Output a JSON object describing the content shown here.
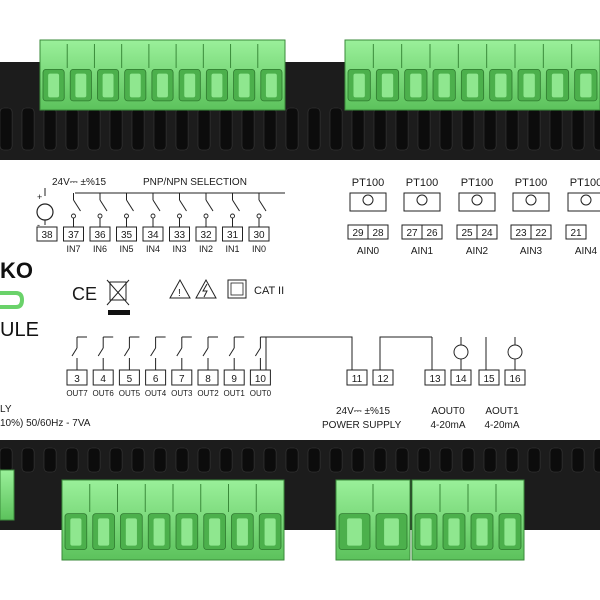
{
  "brand": {
    "logo_letters": "KO",
    "model_fragment": "ULE"
  },
  "inputs": {
    "supply_label": "24V⎓ ±%15",
    "selection_title": "PNP/NPN SELECTION",
    "terminals": [
      "38",
      "37",
      "36",
      "35",
      "34",
      "33",
      "32",
      "31",
      "30"
    ],
    "channels": [
      "IN7",
      "IN6",
      "IN5",
      "IN4",
      "IN3",
      "IN2",
      "IN1",
      "IN0"
    ]
  },
  "analog_inputs": [
    {
      "sensor": "PT100",
      "terminals": [
        "29",
        "28"
      ],
      "name": "AIN0"
    },
    {
      "sensor": "PT100",
      "terminals": [
        "27",
        "26"
      ],
      "name": "AIN1"
    },
    {
      "sensor": "PT100",
      "terminals": [
        "25",
        "24"
      ],
      "name": "AIN2"
    },
    {
      "sensor": "PT100",
      "terminals": [
        "23",
        "22"
      ],
      "name": "AIN3"
    },
    {
      "sensor": "PT100",
      "terminals": [
        "21"
      ],
      "name": "AIN4"
    }
  ],
  "certifications": {
    "ce": "CE",
    "category": "CAT II"
  },
  "outputs": {
    "terminals": [
      "3",
      "4",
      "5",
      "6",
      "7",
      "8",
      "9",
      "10"
    ],
    "channels": [
      "OUT7",
      "OUT6",
      "OUT5",
      "OUT4",
      "OUT3",
      "OUT2",
      "OUT1",
      "OUT0"
    ]
  },
  "power": {
    "terminals": [
      "11",
      "12"
    ],
    "voltage": "24V⎓ ±%15",
    "label": "POWER SUPPLY"
  },
  "analog_outputs": [
    {
      "terminals": [
        "13",
        "14"
      ],
      "name": "AOUT0",
      "range": "4-20mA"
    },
    {
      "terminals": [
        "15",
        "16"
      ],
      "name": "AOUT1",
      "range": "4-20mA"
    }
  ],
  "supply_note": {
    "line1": "LY",
    "line2": "10%) 50/60Hz - 7VA"
  },
  "colors": {
    "connector": "#7fe07f",
    "connector_dark": "#4fb34f",
    "housing": "#1c1c1c",
    "face": "#ffffff"
  }
}
